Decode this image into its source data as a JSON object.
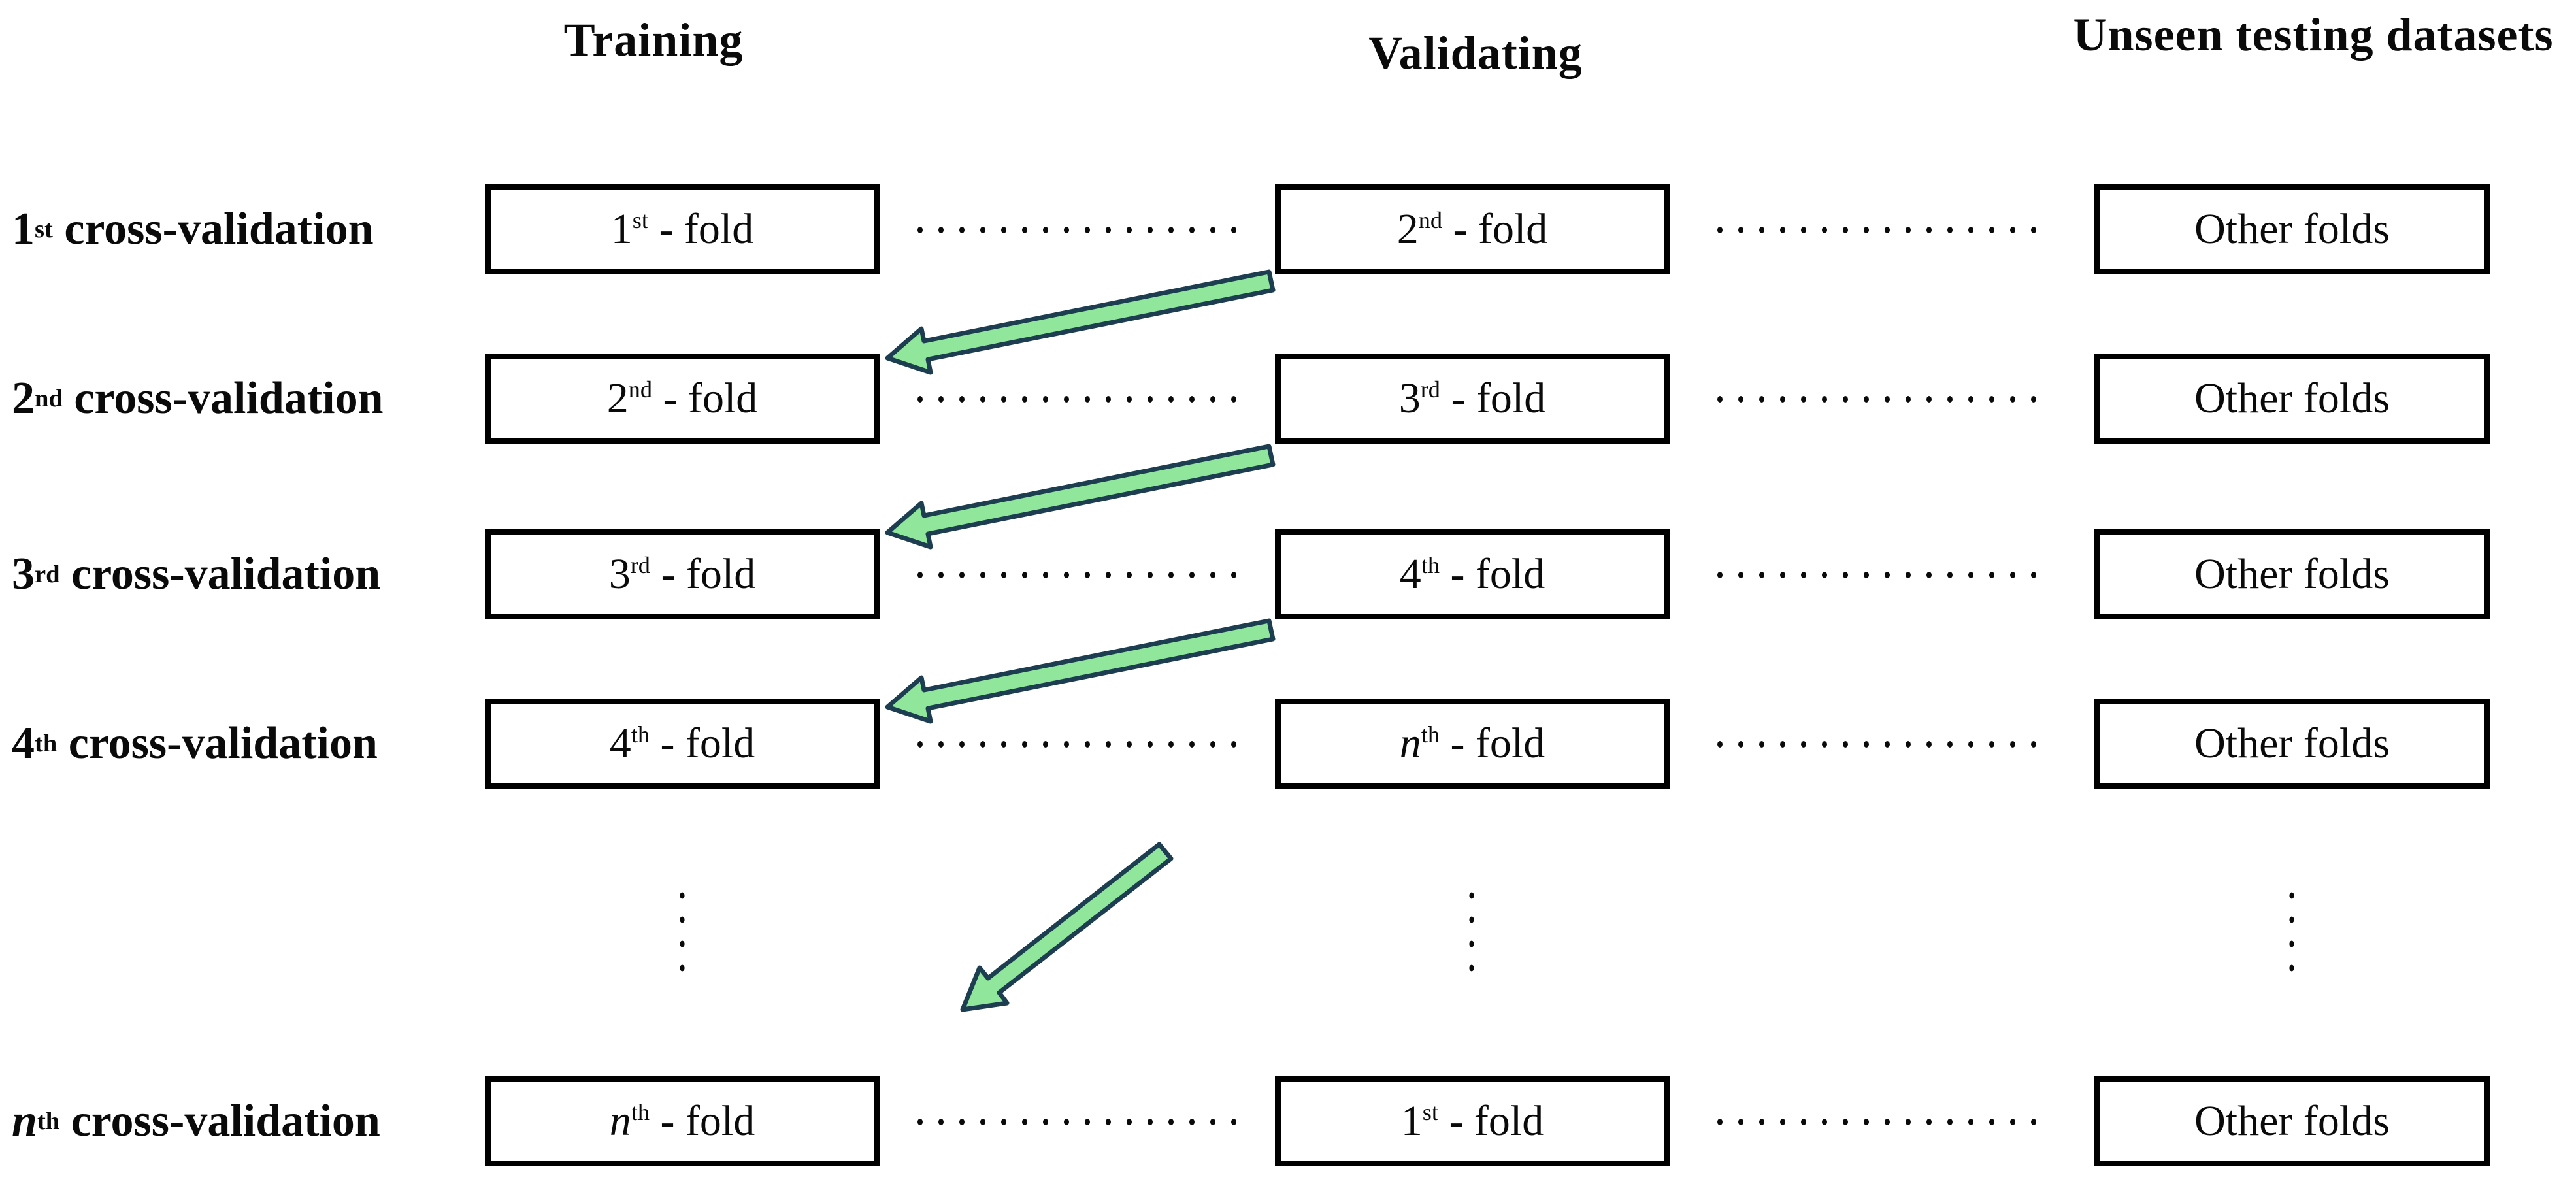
{
  "colors": {
    "background": "#ffffff",
    "box_border": "#000000",
    "text": "#0a0a0a",
    "dot": "#0a0a0a",
    "arrow_fill": "#90e79b",
    "arrow_stroke": "#1d3d50"
  },
  "headers": {
    "training": "Training",
    "validating": "Validating",
    "testing": "Unseen testing datasets"
  },
  "rows": [
    {
      "label": {
        "num": "1",
        "ord": "st",
        "rest": " cross-validation"
      },
      "training": {
        "num": "1",
        "ord": "st",
        "rest": " - fold"
      },
      "validating": {
        "num": "2",
        "ord": "nd",
        "rest": " - fold"
      },
      "testing": "Other folds"
    },
    {
      "label": {
        "num": "2",
        "ord": "nd",
        "rest": " cross-validation"
      },
      "training": {
        "num": "2",
        "ord": "nd",
        "rest": " - fold"
      },
      "validating": {
        "num": "3",
        "ord": "rd",
        "rest": " - fold"
      },
      "testing": "Other folds"
    },
    {
      "label": {
        "num": "3",
        "ord": "rd",
        "rest": " cross-validation"
      },
      "training": {
        "num": "3",
        "ord": "rd",
        "rest": " - fold"
      },
      "validating": {
        "num": "4",
        "ord": "th",
        "rest": " - fold"
      },
      "testing": "Other folds"
    },
    {
      "label": {
        "num": "4",
        "ord": "th",
        "rest": " cross-validation"
      },
      "training": {
        "num": "4",
        "ord": "th",
        "rest": " - fold"
      },
      "validating": {
        "num": "n",
        "ord": "th",
        "rest": " - fold",
        "italic": true
      },
      "testing": "Other folds"
    },
    {
      "label": {
        "num": "n",
        "ord": "th",
        "rest": " cross-validation",
        "italic": true
      },
      "training": {
        "num": "n",
        "ord": "th",
        "rest": " - fold",
        "italic": true
      },
      "validating": {
        "num": "1",
        "ord": "st",
        "rest": " - fold"
      },
      "testing": "Other folds"
    }
  ]
}
